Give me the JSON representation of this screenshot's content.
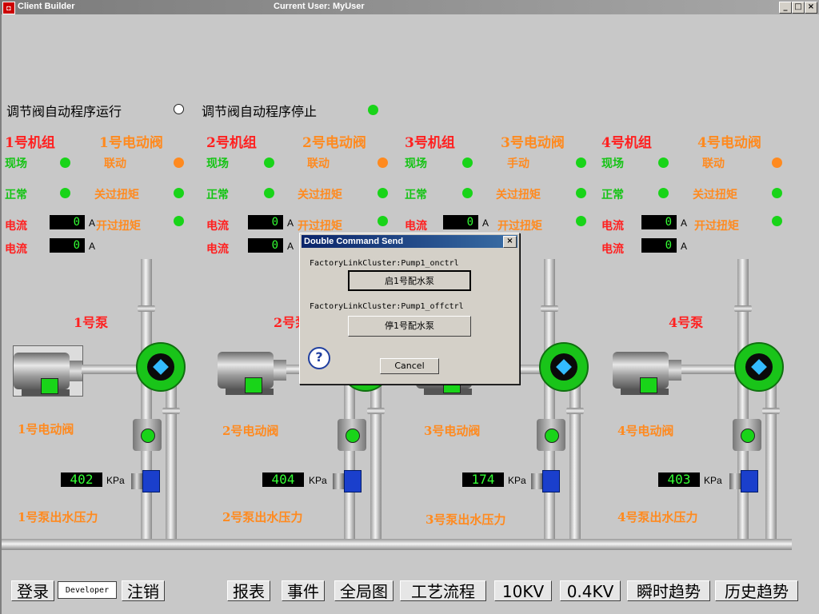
{
  "window": {
    "app_title": "Client Builder",
    "current_user": "Current User: MyUser",
    "app_icon": "app-icon",
    "min": "_",
    "max": "□",
    "close": "×"
  },
  "top_status": {
    "running_label": "调节阀自动程序运行",
    "stopped_label": "调节阀自动程序停止"
  },
  "units": [
    {
      "unit": "1号机组",
      "valve": "1号电动阀",
      "local": "现场",
      "mode": "联动",
      "normal": "正常",
      "close_torque": "关过扭矩",
      "open_torque": "开过扭矩",
      "current_label": "电流",
      "current1": "0",
      "current2": "0",
      "amp": "A",
      "pump": "1号泵",
      "valve_label": "1号电动阀",
      "pressure": "402",
      "kpa": "KPa",
      "pressure_label": "1号泵出水压力"
    },
    {
      "unit": "2号机组",
      "valve": "2号电动阀",
      "local": "现场",
      "mode": "联动",
      "normal": "正常",
      "close_torque": "关过扭矩",
      "open_torque": "开过扭矩",
      "current_label": "电流",
      "current1": "0",
      "current2": "0",
      "amp": "A",
      "pump": "2号泵",
      "valve_label": "2号电动阀",
      "pressure": "404",
      "kpa": "KPa",
      "pressure_label": "2号泵出水压力"
    },
    {
      "unit": "3号机组",
      "valve": "3号电动阀",
      "local": "现场",
      "mode": "手动",
      "normal": "正常",
      "close_torque": "关过扭矩",
      "open_torque": "开过扭矩",
      "current_label": "电流",
      "current1": "0",
      "current2": "",
      "amp": "A",
      "pump": "",
      "valve_label": "3号电动阀",
      "pressure": "174",
      "kpa": "KPa",
      "pressure_label": "3号泵出水压力"
    },
    {
      "unit": "4号机组",
      "valve": "4号电动阀",
      "local": "现场",
      "mode": "联动",
      "normal": "正常",
      "close_torque": "关过扭矩",
      "open_torque": "开过扭矩",
      "current_label": "电流",
      "current1": "0",
      "current2": "0",
      "amp": "A",
      "pump": "4号泵",
      "valve_label": "4号电动阀",
      "pressure": "403",
      "kpa": "KPa",
      "pressure_label": "4号泵出水压力"
    }
  ],
  "dialog": {
    "title": "Double Command Send",
    "close": "×",
    "label_on": "FactoryLinkCluster:Pump1_onctrl",
    "btn_on": "启1号配水泵",
    "label_off": "FactoryLinkCluster:Pump1_offctrl",
    "btn_off": "停1号配水泵",
    "question": "?",
    "cancel": "Cancel"
  },
  "bottom": {
    "login": "登录",
    "user": "Developer",
    "logout": "注销",
    "report": "报表",
    "event": "事件",
    "overview": "全局图",
    "process": "工艺流程",
    "kv10": "10KV",
    "kv04": "0.4KV",
    "realtime": "瞬时趋势",
    "history": "历史趋势"
  },
  "colors": {
    "alarm_red": "#ff2020",
    "label_orange": "#ff8a1f",
    "status_green": "#19d419"
  }
}
